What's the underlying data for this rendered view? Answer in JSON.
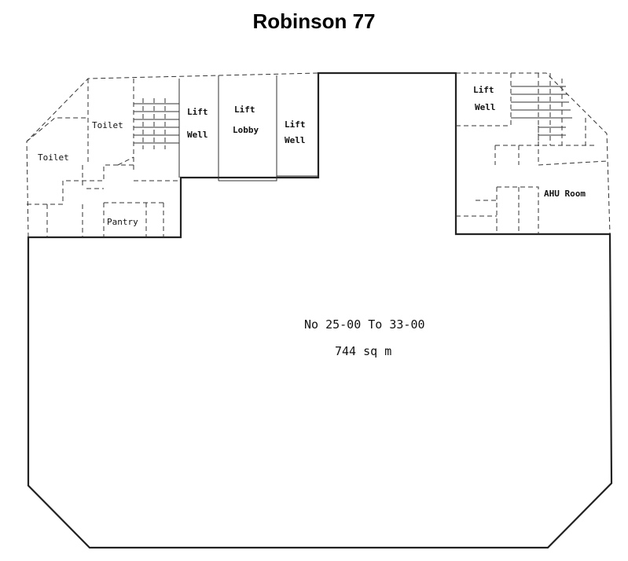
{
  "title": "Robinson 77",
  "rooms": {
    "toilet_1": "Toilet",
    "toilet_2": "Toilet",
    "pantry": "Pantry",
    "lift_well_left_1": "Lift",
    "lift_well_left_2": "Well",
    "lift_lobby_1": "Lift",
    "lift_lobby_2": "Lobby",
    "lift_well_mid_1": "Lift",
    "lift_well_mid_2": "Well",
    "lift_well_right_1": "Lift",
    "lift_well_right_2": "Well",
    "ahu_room": "AHU Room"
  },
  "unit": {
    "range": "No 25-00 To 33-00",
    "area": "744 sq m"
  }
}
